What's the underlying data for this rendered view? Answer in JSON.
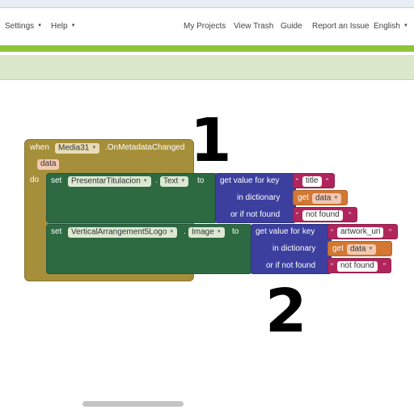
{
  "menu": {
    "settings": "Settings",
    "help": "Help",
    "my_projects": "My Projects",
    "view_trash": "View Trash",
    "guide": "Guide",
    "report_issue": "Report an Issue",
    "language": "English"
  },
  "event_block": {
    "when": "when",
    "component": "Media31",
    "event": ".OnMetadataChanged",
    "param": "data",
    "do": "do"
  },
  "set1": {
    "set": "set",
    "component": "PresentarTitulacion",
    "property": "Text",
    "to": "to",
    "get_value": "get value for key",
    "key": "title",
    "in_dictionary": "in dictionary",
    "get": "get",
    "var": "data",
    "or_if_not_found": "or if not found",
    "not_found": "not found"
  },
  "set2": {
    "set": "set",
    "component": "VerticalArrangement5Logo",
    "property": "Image",
    "to": "to",
    "get_value": "get value for key",
    "key": "artwork_uri",
    "in_dictionary": "in dictionary",
    "get": "get",
    "var": "data",
    "or_if_not_found": "or if not found",
    "not_found": "not found"
  },
  "annotations": {
    "one": "1",
    "two": "2"
  },
  "colors": {
    "event_block": "#a68f3a",
    "set_block": "#2d6a42",
    "dictionary_block": "#3c3f9e",
    "text_block": "#b0265c",
    "variable_block": "#d27833",
    "green_bar": "#8fc43a"
  },
  "icons": {
    "dropdown": "caret-down-icon"
  }
}
